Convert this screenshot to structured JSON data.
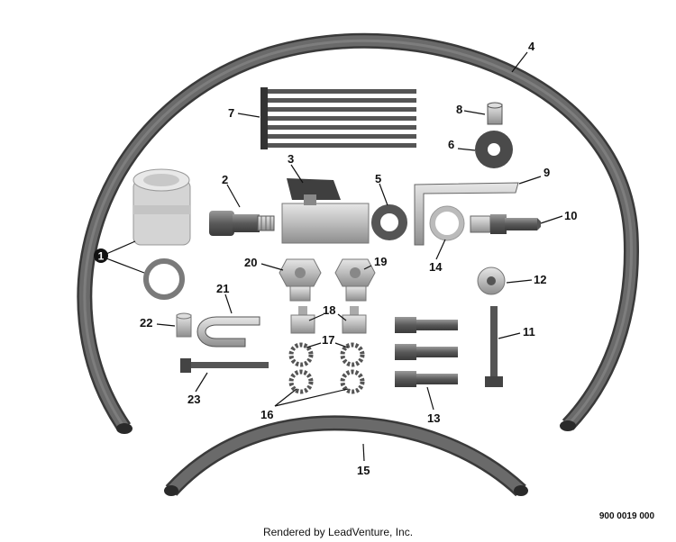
{
  "callouts": {
    "p1": "1",
    "p2": "2",
    "p3": "3",
    "p4": "4",
    "p5": "5",
    "p6": "6",
    "p7": "7",
    "p8": "8",
    "p9": "9",
    "p10": "10",
    "p11": "11",
    "p12": "12",
    "p13": "13",
    "p14": "14",
    "p15": "15",
    "p16": "16",
    "p17": "17",
    "p18": "18",
    "p19": "19",
    "p20": "20",
    "p21": "21",
    "p22": "22",
    "p23": "23"
  },
  "footer": {
    "credit": "Rendered by LeadVenture, Inc.",
    "diagram_code": "900 0019 000"
  },
  "colors": {
    "hose": "#5e5e5e",
    "metal": "#bdbdbd",
    "dark": "#4a4a4a",
    "line": "#111111"
  }
}
